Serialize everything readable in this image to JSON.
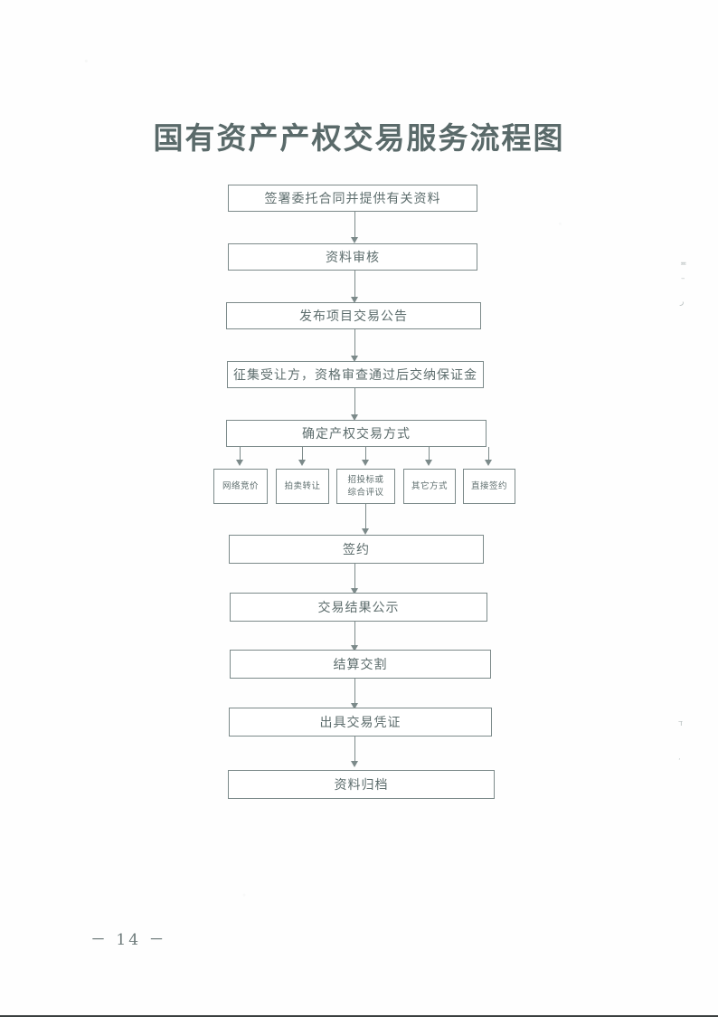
{
  "document": {
    "title": "国有资产产权交易服务流程图",
    "page_number": "－ 14 －",
    "ink_color": "#5d6d6d",
    "line_color": "#7c8a8a",
    "background_color": "#fefefe"
  },
  "chart_data": {
    "type": "diagram",
    "title": "国有资产产权交易服务流程图",
    "orientation": "top-to-bottom",
    "main_steps": [
      {
        "id": "step1",
        "label": "签署委托合同并提供有关资料"
      },
      {
        "id": "step2",
        "label": "资料审核"
      },
      {
        "id": "step3",
        "label": "发布项目交易公告"
      },
      {
        "id": "step4",
        "label": "征集受让方，资格审查通过后交纳保证金"
      },
      {
        "id": "step5",
        "label": "确定产权交易方式"
      },
      {
        "id": "step6",
        "label": "签约"
      },
      {
        "id": "step7",
        "label": "交易结果公示"
      },
      {
        "id": "step8",
        "label": "结算交割"
      },
      {
        "id": "step9",
        "label": "出具交易凭证"
      },
      {
        "id": "step10",
        "label": "资料归档"
      }
    ],
    "branches": [
      {
        "id": "branch1",
        "label": "网络竞价",
        "line1": "网络竞价",
        "line2": ""
      },
      {
        "id": "branch2",
        "label": "拍卖转让",
        "line1": "拍卖转让",
        "line2": ""
      },
      {
        "id": "branch3",
        "label": "招投标或综合评议",
        "line1": "招投标或",
        "line2": "综合评议"
      },
      {
        "id": "branch4",
        "label": "其它方式",
        "line1": "其它方式",
        "line2": ""
      },
      {
        "id": "branch5",
        "label": "直接签约",
        "line1": "直接签约",
        "line2": ""
      }
    ],
    "branch_parent": "确定产权交易方式",
    "branch_merge_target": "签约",
    "edges": [
      {
        "from": "签署委托合同并提供有关资料",
        "to": "资料审核"
      },
      {
        "from": "资料审核",
        "to": "发布项目交易公告"
      },
      {
        "from": "发布项目交易公告",
        "to": "征集受让方，资格审查通过后交纳保证金"
      },
      {
        "from": "征集受让方，资格审查通过后交纳保证金",
        "to": "确定产权交易方式"
      },
      {
        "from": "确定产权交易方式",
        "to": "网络竞价"
      },
      {
        "from": "确定产权交易方式",
        "to": "拍卖转让"
      },
      {
        "from": "确定产权交易方式",
        "to": "招投标或综合评议"
      },
      {
        "from": "确定产权交易方式",
        "to": "其它方式"
      },
      {
        "from": "确定产权交易方式",
        "to": "直接签约"
      },
      {
        "from": "招投标或综合评议",
        "to": "签约"
      },
      {
        "from": "签约",
        "to": "交易结果公示"
      },
      {
        "from": "交易结果公示",
        "to": "结算交割"
      },
      {
        "from": "结算交割",
        "to": "出具交易凭证"
      },
      {
        "from": "出具交易凭证",
        "to": "资料归档"
      }
    ]
  },
  "scan_marks": [
    {
      "glyph": "≖"
    },
    {
      "glyph": "–"
    },
    {
      "glyph": "ر"
    },
    {
      "glyph": "ד"
    },
    {
      "glyph": "ؙ"
    }
  ]
}
